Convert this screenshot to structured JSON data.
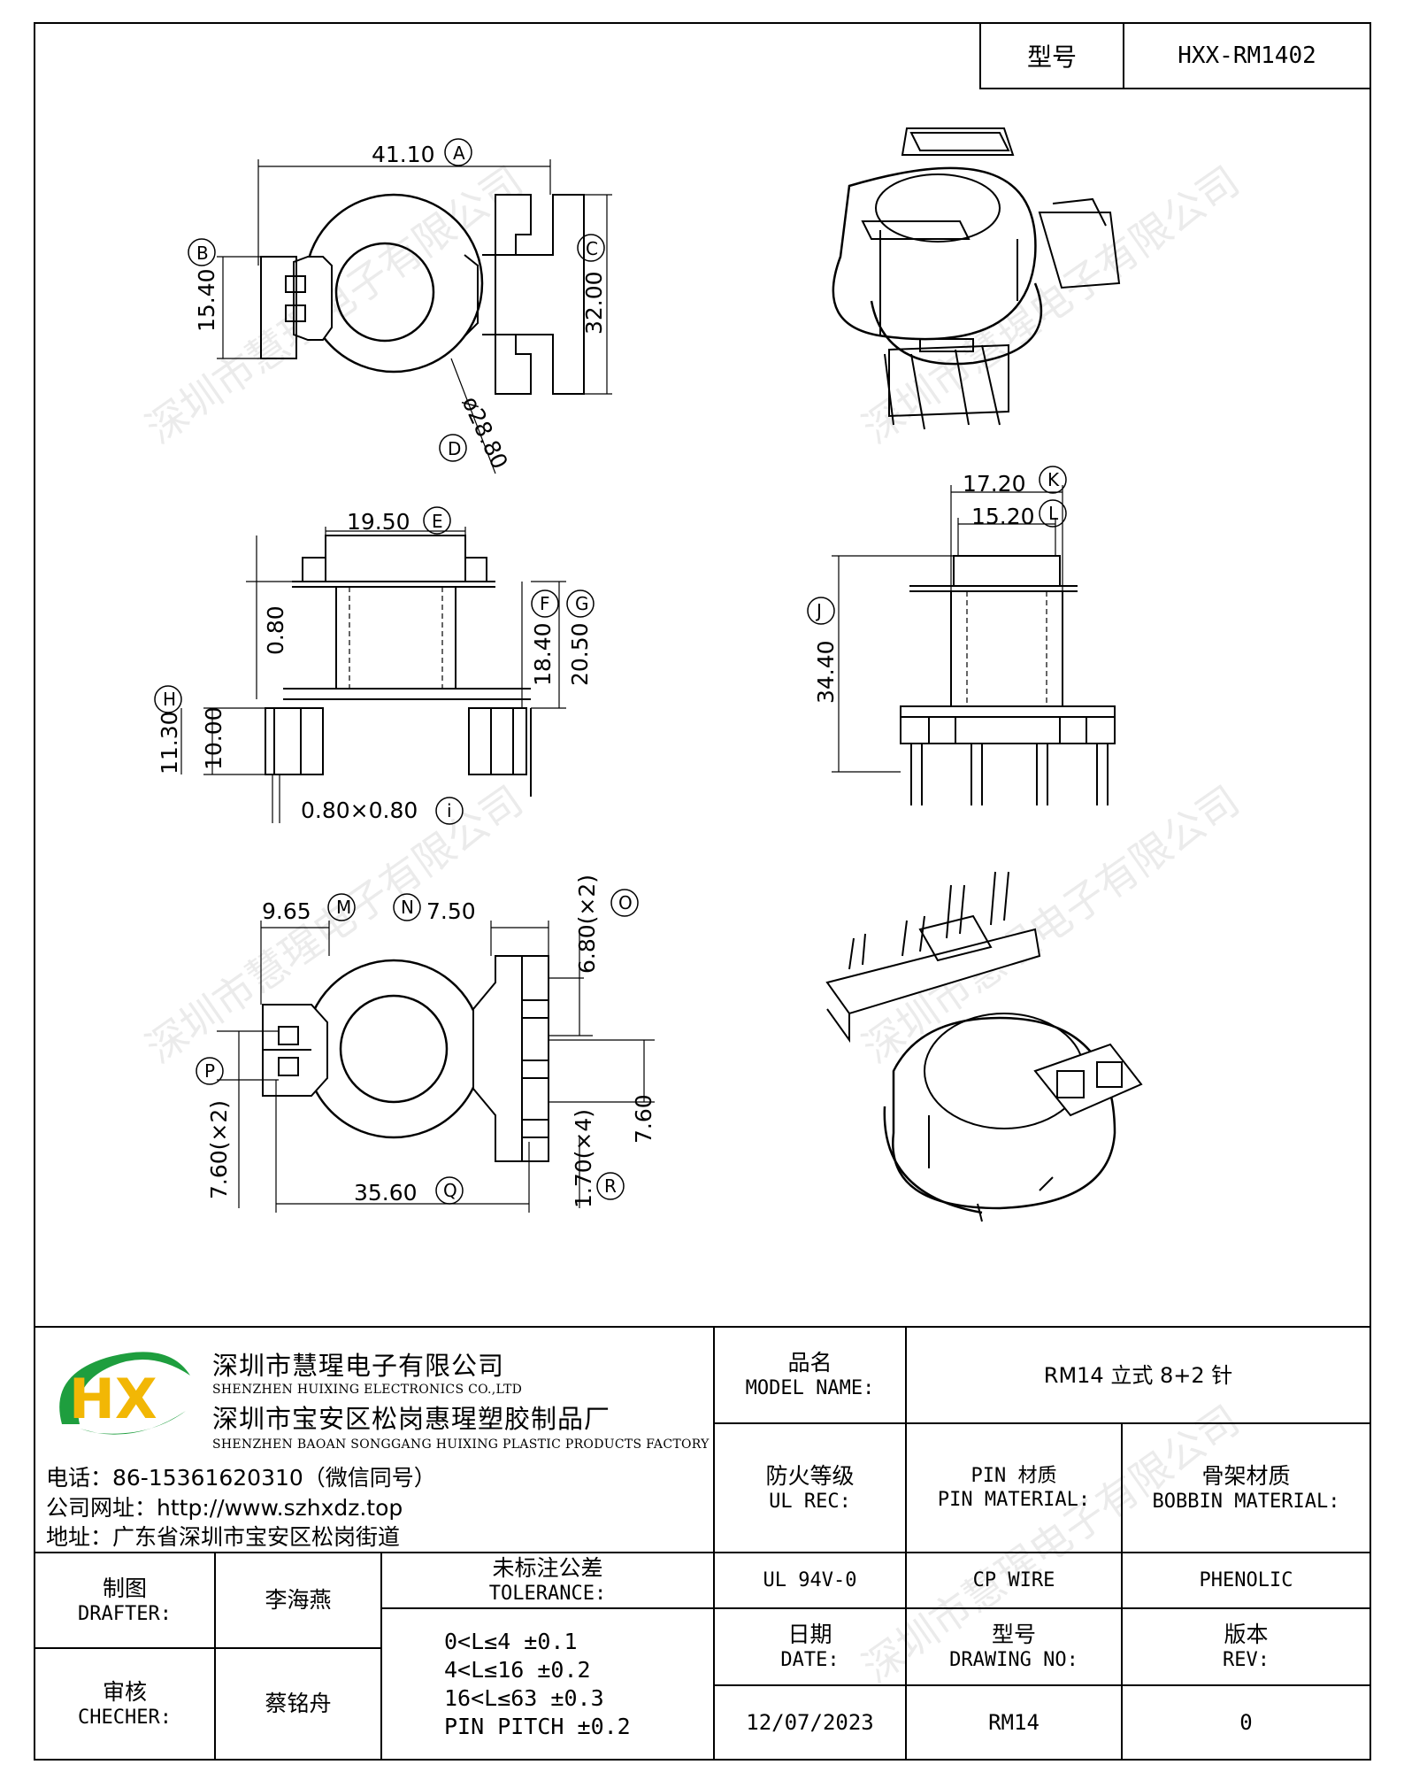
{
  "header": {
    "model_label": "型号",
    "model_value": "HXX-RM1402"
  },
  "drawing": {
    "top_view": {
      "dim_a": "41.10",
      "dim_b": "15.40",
      "dim_c": "32.00",
      "dim_d": "ø28.80",
      "tag_a": "A",
      "tag_b": "B",
      "tag_c": "C",
      "tag_d": "D"
    },
    "front_view": {
      "dim_e": "19.50",
      "dim_08": "0.80",
      "dim_f": "18.40",
      "dim_g": "20.50",
      "dim_h": "11.30",
      "dim_10": "10.00",
      "dim_i": "0.80×0.80",
      "tag_e": "E",
      "tag_f": "F",
      "tag_g": "G",
      "tag_h": "H",
      "tag_i": "i"
    },
    "side_view": {
      "dim_k": "17.20",
      "dim_l": "15.20",
      "dim_j": "34.40",
      "tag_k": "K",
      "tag_l": "L",
      "tag_j": "J"
    },
    "bottom_view": {
      "dim_m": "9.65",
      "dim_n": "7.50",
      "dim_o": "6.80(×2)",
      "dim_p": "7.60(×2)",
      "dim_q": "35.60",
      "dim_r": "1.70(×4)",
      "dim_760": "7.60",
      "tag_m": "M",
      "tag_n": "N",
      "tag_o": "O",
      "tag_p": "P",
      "tag_q": "Q",
      "tag_r": "R"
    }
  },
  "watermark": "深圳市慧瑆电子有限公司",
  "company": {
    "logo_text": "HX",
    "name_cn": "深圳市慧瑆电子有限公司",
    "name_en": "SHENZHEN HUIXING ELECTRONICS CO.,LTD",
    "factory_cn": "深圳市宝安区松岗惠瑆塑胶制品厂",
    "factory_en": "SHENZHEN BAOAN SONGGANG HUIXING PLASTIC PRODUCTS FACTORY",
    "phone": "电话：86-15361620310（微信同号）",
    "website": "公司网址：http://www.szhxdz.top",
    "address": "地址：广东省深圳市宝安区松岗街道"
  },
  "table": {
    "model_name_cn": "品名",
    "model_name_en": "MODEL NAME:",
    "model_name_value": "RM14 立式 8+2 针",
    "ul_cn": "防火等级",
    "ul_en": "UL REC:",
    "pin_cn": "PIN 材质",
    "pin_en": "PIN MATERIAL:",
    "bobbin_cn": "骨架材质",
    "bobbin_en": "BOBBIN MATERIAL:",
    "ul_value": "UL 94V-0",
    "pin_value": "CP WIRE",
    "bobbin_value": "PHENOLIC",
    "drafter_cn": "制图",
    "drafter_en": "DRAFTER:",
    "drafter_name": "李海燕",
    "checker_cn": "审核",
    "checker_en": "CHECHER:",
    "checker_name": "蔡铭舟",
    "tol_cn": "未标注公差",
    "tol_en": "TOLERANCE:",
    "tol_1": "0<L≤4  ±0.1",
    "tol_2": "4<L≤16  ±0.2",
    "tol_3": "16<L≤63  ±0.3",
    "tol_4": "PIN PITCH  ±0.2",
    "date_cn": "日期",
    "date_en": "DATE:",
    "date_value": "12/07/2023",
    "drawing_cn": "型号",
    "drawing_en": "DRAWING NO:",
    "drawing_value": "RM14",
    "rev_cn": "版本",
    "rev_en": "REV:",
    "rev_value": "0"
  }
}
